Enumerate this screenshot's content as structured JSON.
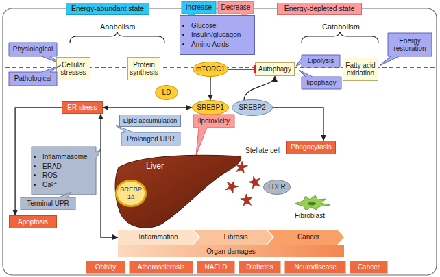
{
  "diagram": {
    "nodes": [
      {
        "text": [
          "Energy-abundant state"
        ]
      },
      {
        "text": [
          "Increase"
        ]
      },
      {
        "text": [
          "Decrease"
        ]
      },
      {
        "text": [
          "Energy-depleted state"
        ]
      },
      {
        "text": [
          "Glucose",
          "Insulin/glucagon",
          "Amino Acids"
        ]
      },
      {
        "text": [
          "Physiological"
        ]
      },
      {
        "text": [
          "Cellular stresses"
        ]
      },
      {
        "text": [
          "Protein synthesis"
        ]
      },
      {
        "text": [
          "mTORC1"
        ]
      },
      {
        "text": [
          "Autophagy"
        ]
      },
      {
        "text": [
          "Lipolysis"
        ]
      },
      {
        "text": [
          "Fatty acid oxidation"
        ]
      },
      {
        "text": [
          "Energy restoration"
        ]
      },
      {
        "text": [
          "lipophagy"
        ]
      },
      {
        "text": [
          "Pathological"
        ]
      },
      {
        "text": [
          "LD"
        ]
      },
      {
        "text": [
          "ER stress"
        ]
      },
      {
        "text": [
          "SREBP1"
        ]
      },
      {
        "text": [
          "SREBP2"
        ]
      },
      {
        "text": [
          "Lipid accumulation"
        ]
      },
      {
        "text": [
          "Prolonged UPR"
        ]
      },
      {
        "text": [
          "lipotoxicity"
        ]
      },
      {
        "text": [
          "Phagocytosis"
        ]
      },
      {
        "text": [
          "Inflammasome",
          "ERAD",
          "ROS",
          "Ca²⁺"
        ]
      },
      {
        "text": [
          "Liver"
        ]
      },
      {
        "text": [
          "SREBP 1a"
        ],
        "in": 24
      },
      {
        "text": [
          "LDLR"
        ]
      },
      {
        "text": [
          "Terminal UPR"
        ]
      },
      {
        "text": [
          "Apoptosis"
        ]
      },
      {
        "text": [
          "Inflammation"
        ]
      },
      {
        "text": [
          "Fibrosis"
        ]
      },
      {
        "text": [
          "Cancer"
        ]
      },
      {
        "text": [
          "Organ damages"
        ]
      },
      {
        "text": [
          "Obisity"
        ]
      },
      {
        "text": [
          "Atherosclerosis"
        ]
      },
      {
        "text": [
          "NAFLD"
        ]
      },
      {
        "text": [
          "Diabetes"
        ]
      },
      {
        "text": [
          "Neurodisease"
        ]
      },
      {
        "text": [
          "Cancer"
        ]
      }
    ],
    "edges": [
      {
        "from": 8,
        "to": 17,
        "arrow": "to"
      },
      {
        "from": 8,
        "to": 9,
        "arrow": "to"
      },
      {
        "from": 18,
        "to": 9,
        "arrow": "to"
      },
      {
        "from": 18,
        "to": 22,
        "arrow": "to"
      },
      {
        "from": 16,
        "to": 17,
        "arrow": "both"
      },
      {
        "from": 16,
        "to": 28,
        "arrow": "to"
      },
      {
        "from": 16,
        "to": 29,
        "arrow": "both"
      }
    ],
    "labels": [
      "Anabolism",
      "Catabolism",
      "Stellate cell",
      "Fibroblast"
    ]
  }
}
